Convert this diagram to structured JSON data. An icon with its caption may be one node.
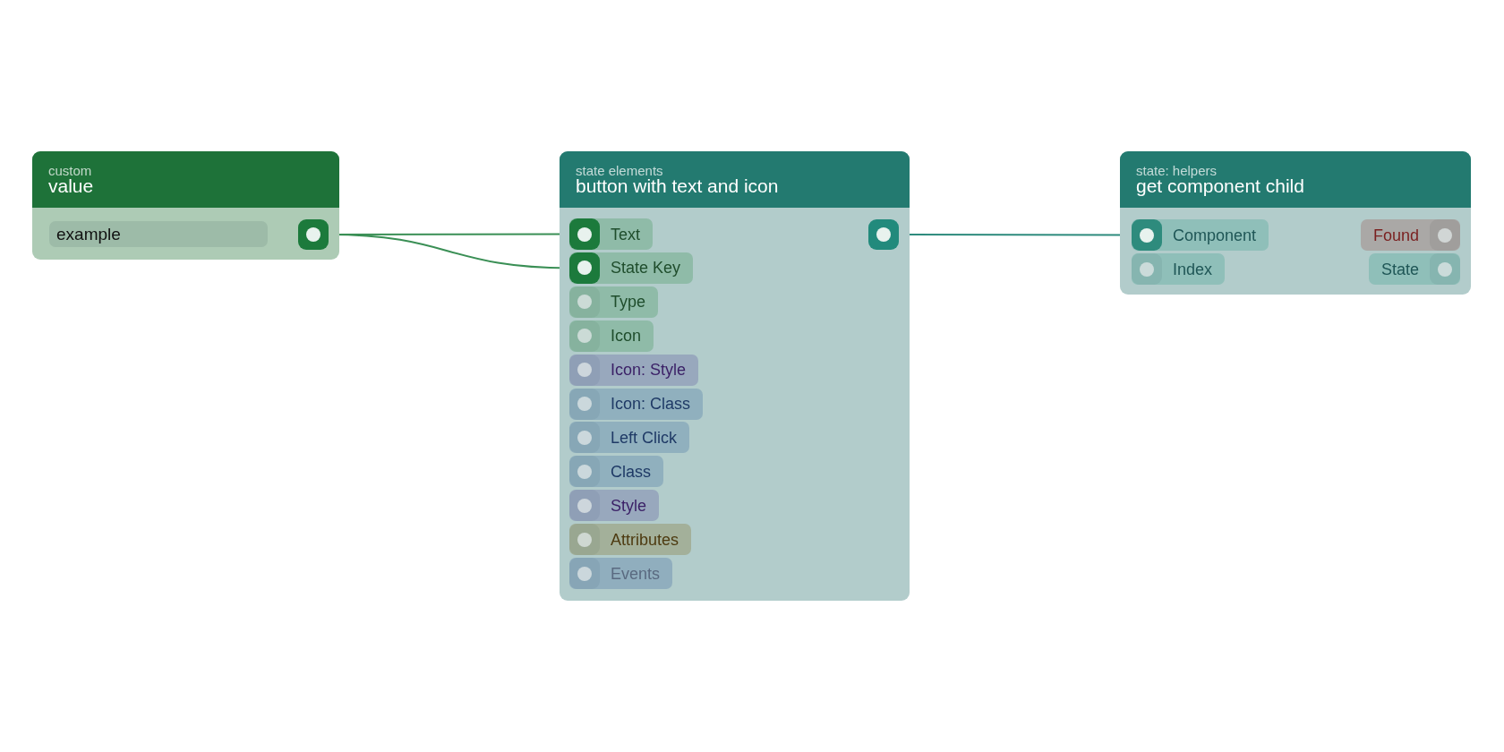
{
  "diagram": {
    "nodes": [
      {
        "text": [
          "custom",
          "value"
        ]
      },
      {
        "text": [
          "example"
        ],
        "in": 0
      },
      {
        "text": [],
        "shape": "box",
        "in": 0
      },
      {
        "text": [
          "state elements",
          "button with text and icon"
        ]
      },
      {
        "text": [
          "Text"
        ],
        "in": 3
      },
      {
        "text": [
          "State Key"
        ],
        "in": 3
      },
      {
        "text": [
          "Type"
        ],
        "in": 3
      },
      {
        "text": [
          "Icon"
        ],
        "in": 3
      },
      {
        "text": [
          "Icon: Style"
        ],
        "in": 3
      },
      {
        "text": [
          "Icon: Class"
        ],
        "in": 3
      },
      {
        "text": [
          "Left Click"
        ],
        "in": 3
      },
      {
        "text": [
          "Class"
        ],
        "in": 3
      },
      {
        "text": [
          "Style"
        ],
        "in": 3
      },
      {
        "text": [
          "Attributes"
        ],
        "in": 3
      },
      {
        "text": [
          "Events"
        ],
        "in": 3
      },
      {
        "text": [],
        "shape": "box",
        "in": 3
      },
      {
        "text": [
          "state: helpers",
          "get component child"
        ]
      },
      {
        "text": [
          "Component"
        ],
        "in": 16
      },
      {
        "text": [
          "Index"
        ],
        "in": 16
      },
      {
        "text": [
          "Found"
        ],
        "in": 16
      },
      {
        "text": [
          "State"
        ],
        "in": 16
      }
    ],
    "edges": [
      {
        "from": 2,
        "to": 4,
        "arrow": "none"
      },
      {
        "from": 2,
        "to": 5,
        "arrow": "none"
      },
      {
        "from": 15,
        "to": 17,
        "arrow": "none",
        "color": "#2e8b7d"
      }
    ]
  }
}
